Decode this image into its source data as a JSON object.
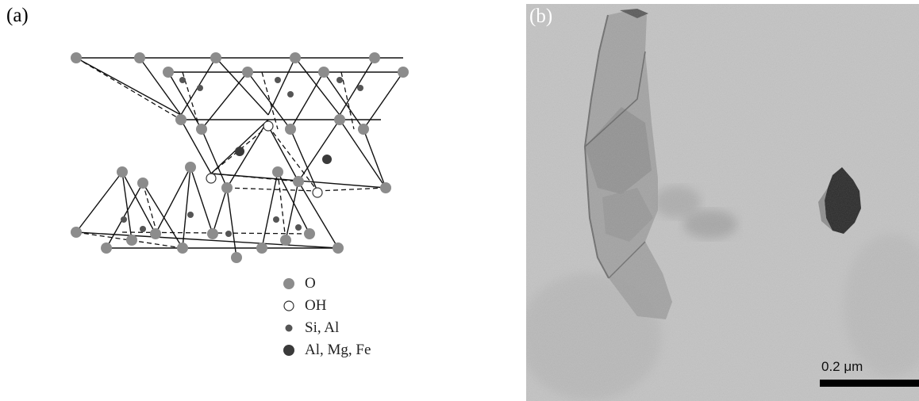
{
  "panel_a": {
    "label": "(a)",
    "legend": [
      {
        "symbol": "large-gray-dot-icon",
        "text": "O",
        "color": "#8c8c8c"
      },
      {
        "symbol": "open-circle-icon",
        "text": "OH",
        "color": "#ffffff"
      },
      {
        "symbol": "small-dark-dot-icon",
        "text": "Si, Al",
        "color": "#555555"
      },
      {
        "symbol": "large-dark-dot-icon",
        "text": "Al, Mg, Fe",
        "color": "#3a3a3a"
      }
    ]
  },
  "panel_b": {
    "label": "(b)",
    "scale_bar": "0.2 μm"
  },
  "colors": {
    "oxygen": "#8c8c8c",
    "hydroxyl": "#ffffff",
    "tetrahedral": "#555555",
    "octahedral": "#3a3a3a",
    "tem_background": "#c9c9c9"
  }
}
